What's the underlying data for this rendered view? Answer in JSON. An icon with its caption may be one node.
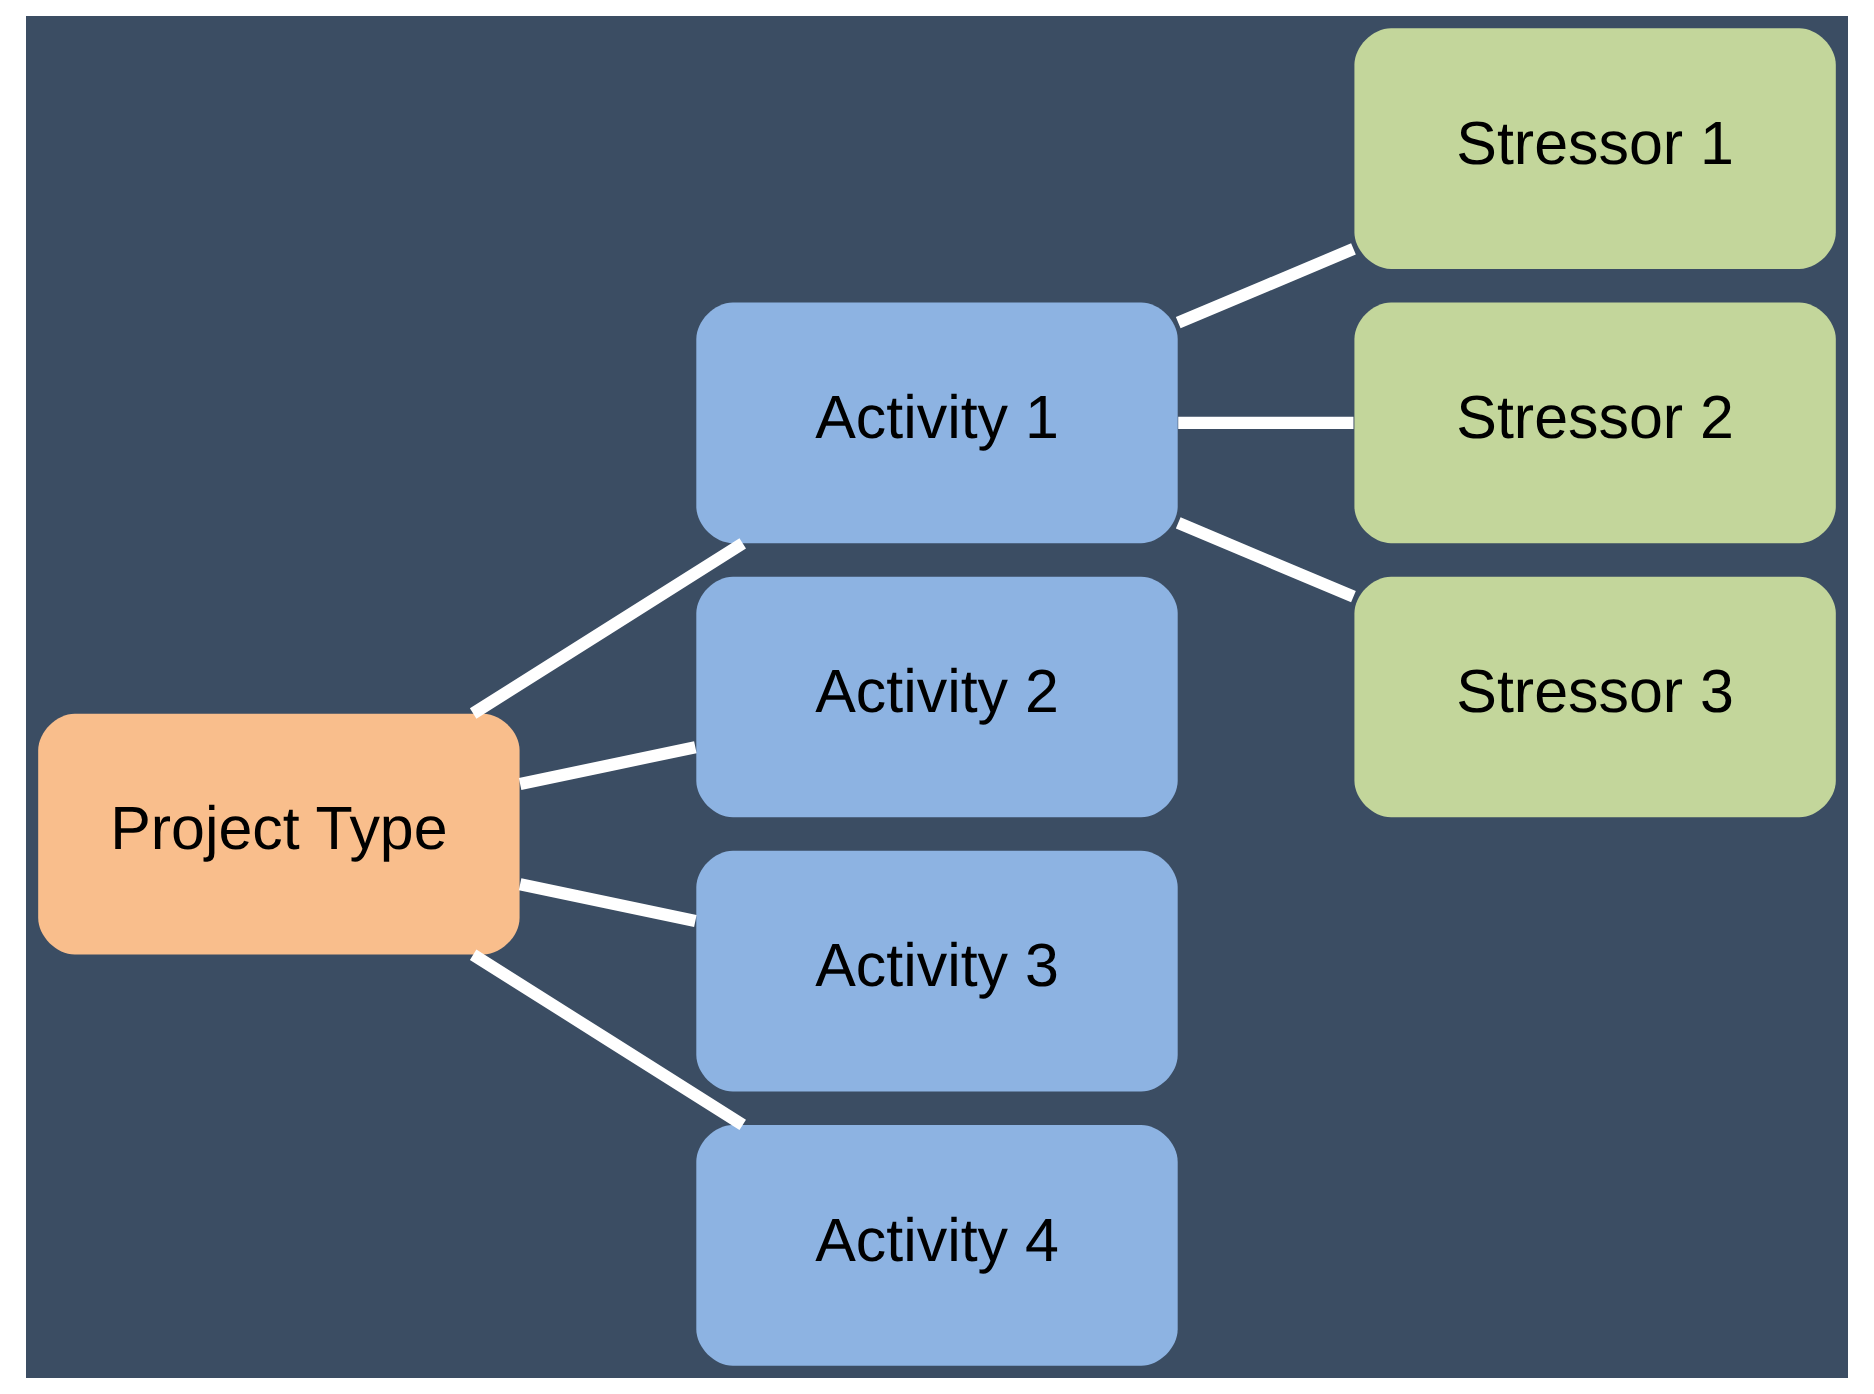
{
  "diagram": {
    "nodes": [
      {
        "text": [
          "Project Type"
        ]
      },
      {
        "text": [
          "Activity 1"
        ]
      },
      {
        "text": [
          "Activity 2"
        ]
      },
      {
        "text": [
          "Activity 3"
        ]
      },
      {
        "text": [
          "Activity 4"
        ]
      },
      {
        "text": [
          "Stressor 1"
        ]
      },
      {
        "text": [
          "Stressor 2"
        ]
      },
      {
        "text": [
          "Stressor 3"
        ]
      }
    ],
    "edges": [
      {
        "from": 0,
        "to": 1,
        "arrow": "none"
      },
      {
        "from": 0,
        "to": 2,
        "arrow": "none"
      },
      {
        "from": 0,
        "to": 3,
        "arrow": "none"
      },
      {
        "from": 0,
        "to": 4,
        "arrow": "none"
      },
      {
        "from": 1,
        "to": 5,
        "arrow": "none"
      },
      {
        "from": 1,
        "to": 6,
        "arrow": "none"
      },
      {
        "from": 1,
        "to": 7,
        "arrow": "none"
      }
    ]
  }
}
